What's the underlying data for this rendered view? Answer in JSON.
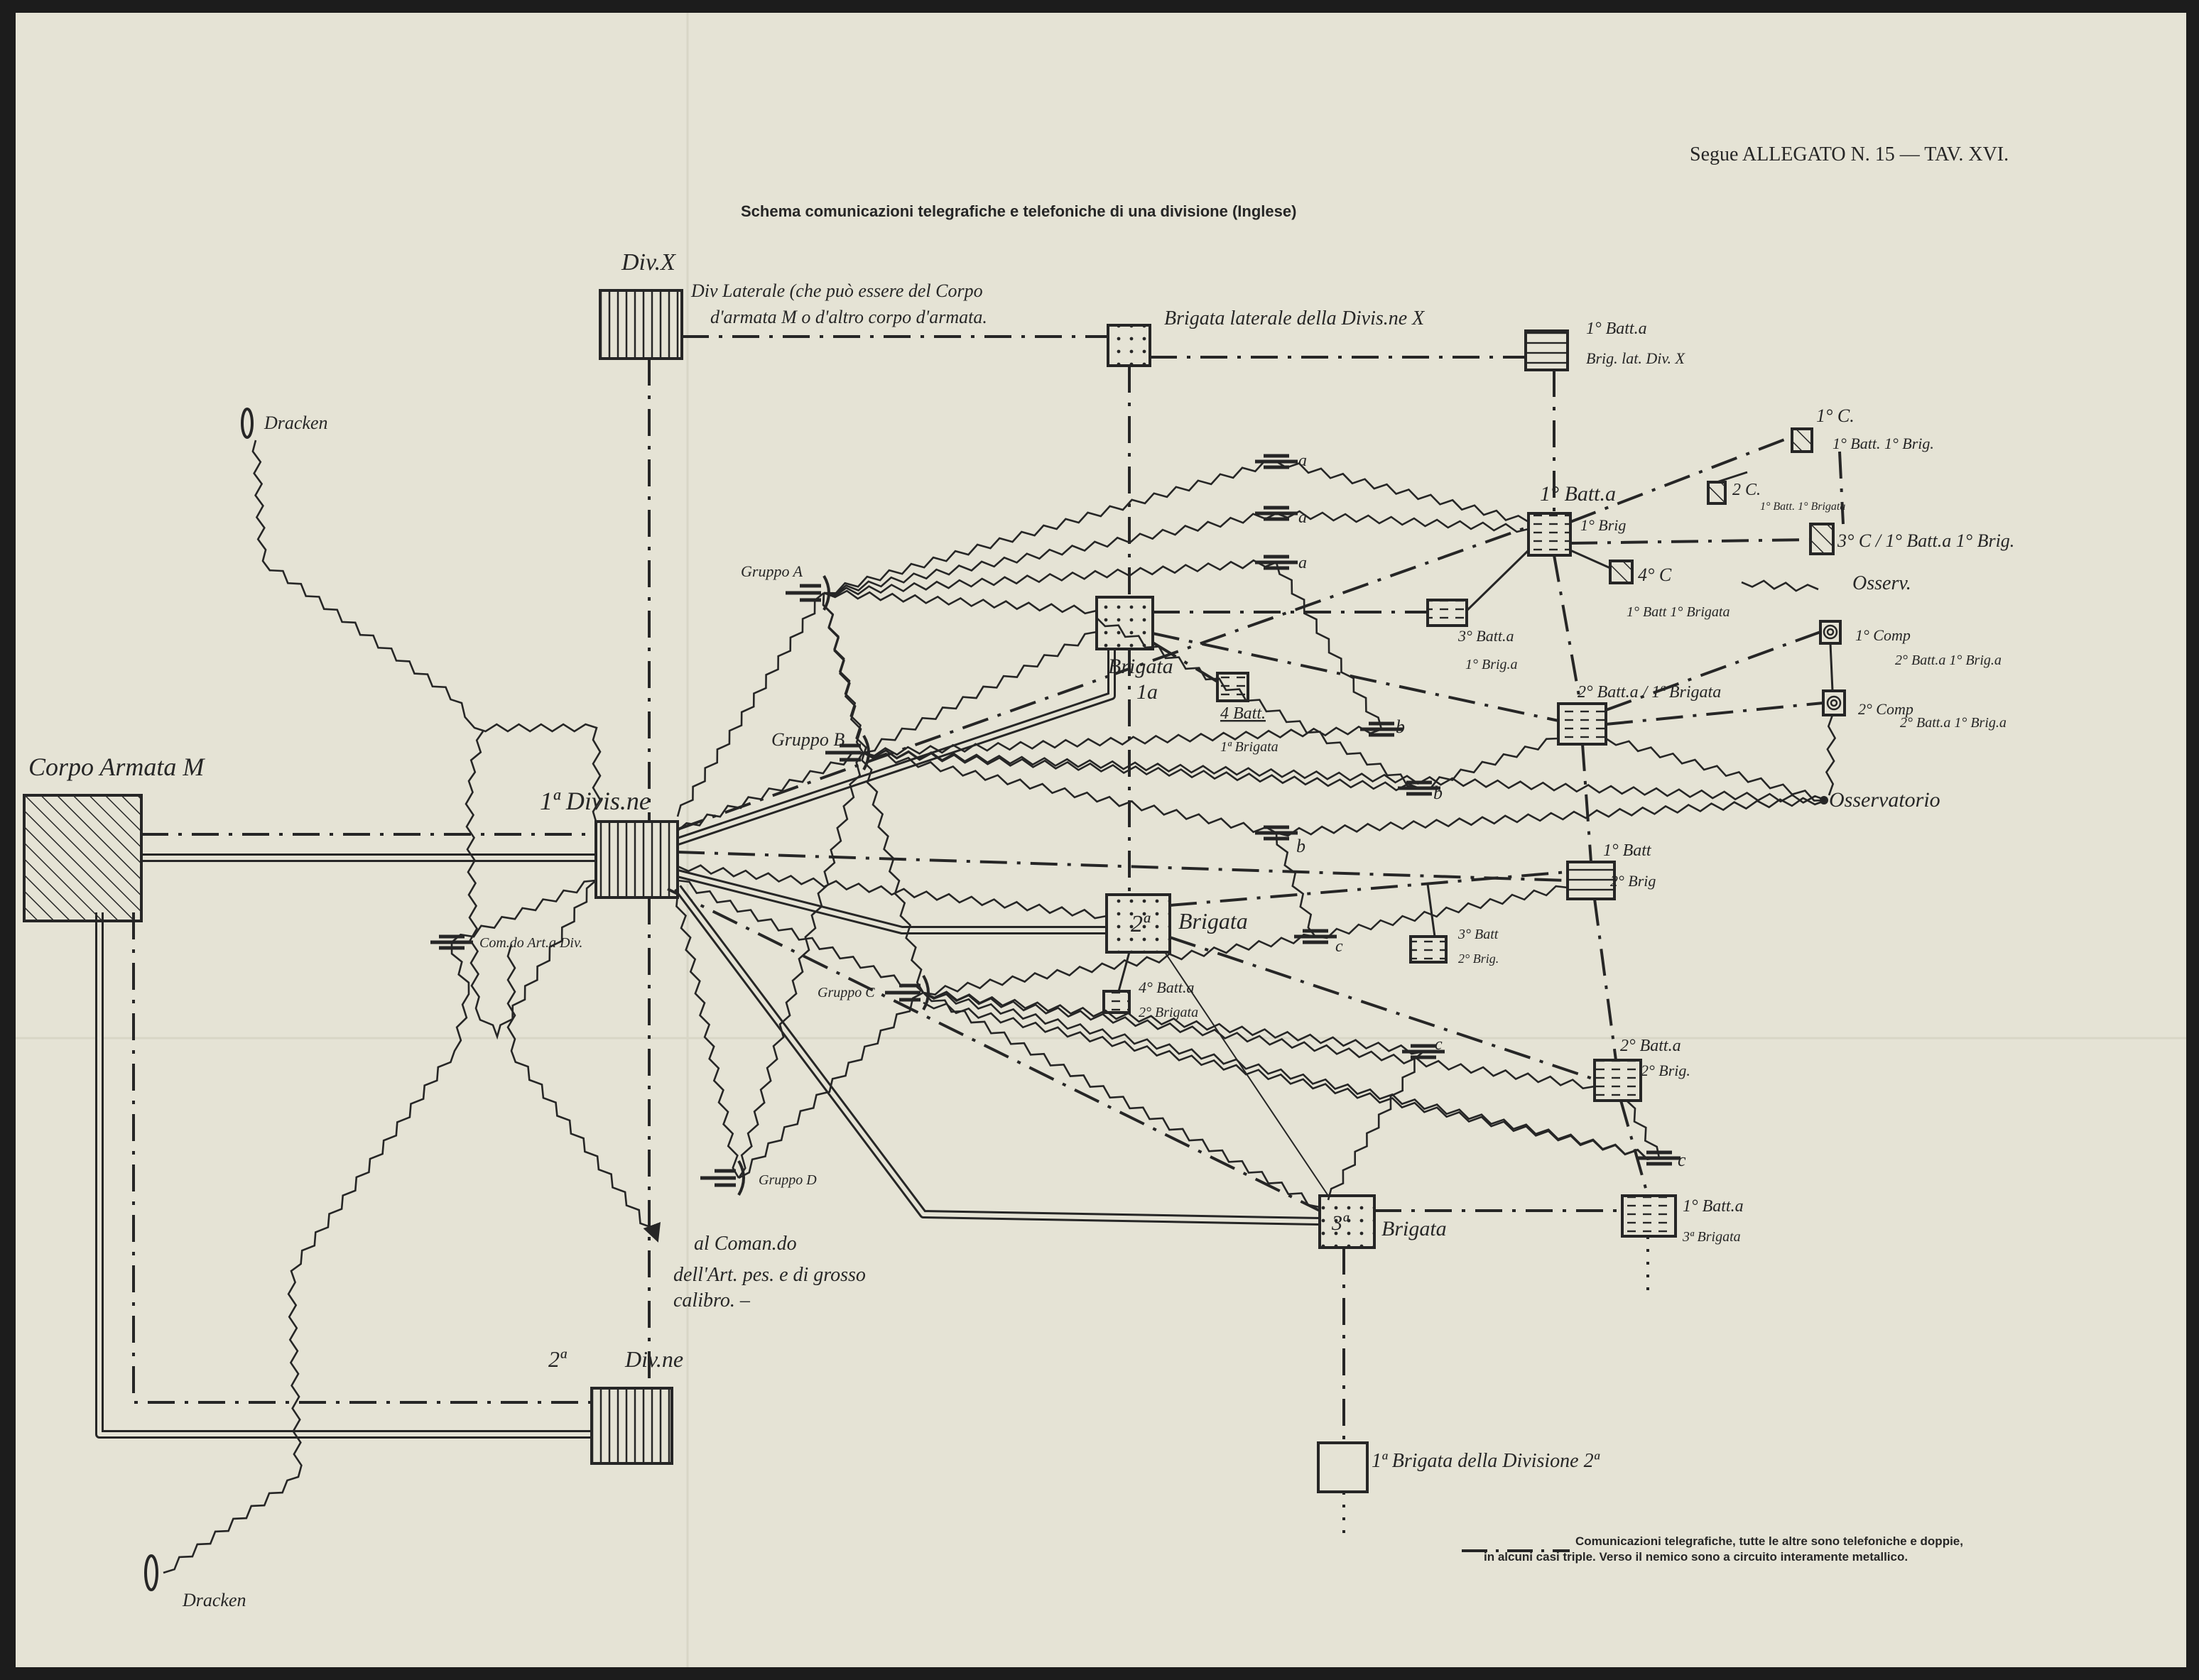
{
  "header": {
    "ref": "Segue ALLEGATO N. 15 — TAV. XVI.",
    "title": "Schema comunicazioni telegrafiche e telefoniche di una divisione (Inglese)"
  },
  "legend": {
    "line1": "Comunicazioni telegrafiche, tutte le altre sono telefoniche e doppie,",
    "line2": "in alcuni casi triple. Verso il nemico sono a circuito interamente metallico."
  },
  "labels": {
    "corpo": "Corpo Armata M",
    "divx": "Div.X",
    "divlat1": "Div Laterale (che può essere del Corpo",
    "divlat2": "d'armata M o d'altro corpo d'armata.",
    "brig_lat": "Brigata laterale della Divis.ne X",
    "batt_lat1": "1° Batt.a",
    "batt_lat2": "Brig. lat. Div. X",
    "div1": "1ª Divis.ne",
    "div2a": "2ª",
    "div2b": "Div.ne",
    "brig1a": "Brigata",
    "brig1b": "1a",
    "brig2num": "2ª",
    "brig2": "Brigata",
    "brig3num": "3ª",
    "brig3": "Brigata",
    "brig_div2": "1ª Brigata della Divisione 2ª",
    "b1b1_1": "1° Batt.a",
    "b1b1_2": "1° Brig",
    "c1_1": "1° C.",
    "c1_2": "1° Batt. 1° Brig.",
    "c2_1": "2 C.",
    "c2_2": "1° Batt. 1° Brigata",
    "c3": "3° C / 1° Batt.a 1° Brig.",
    "c4_1": "4° C",
    "c4_2": "1° Batt 1° Brigata",
    "osserv": "Osserv.",
    "b3b1_1": "3° Batt.a",
    "b3b1_2": "1° Brig.a",
    "b4b1_1": "4 Batt.",
    "b4b1_2": "1ª Brigata",
    "b2b1": "2° Batt.a / 1ª Brigata",
    "comp1_1": "1° Comp",
    "comp1_2": "2° Batt.a 1° Brig.a",
    "comp2_1": "2° Comp",
    "comp2_2": "2° Batt.a 1° Brig.a",
    "osservatorio": "Osservatorio",
    "b1b2_1": "1° Batt",
    "b1b2_2": "2° Brig",
    "b3b2_1": "3° Batt",
    "b3b2_2": "2° Brig.",
    "b4b2_1": "4° Batt.a",
    "b4b2_2": "2° Brigata",
    "b2b2_1": "2° Batt.a",
    "b2b2_2": "2° Brig.",
    "b1b3_1": "1° Batt.a",
    "b1b3_2": "3ª Brigata",
    "gruppo_a": "Gruppo A",
    "gruppo_b": "Gruppo B",
    "gruppo_c": "Gruppo C",
    "gruppo_d": "Gruppo D",
    "comart": "Com.do Art.a Div.",
    "dracken1": "Dracken",
    "dracken2": "Dracken",
    "coman1": "al Coman.do",
    "coman2": "dell'Art. pes. e di grosso",
    "coman3": "calibro. –",
    "ex_a": "a",
    "ex_b": "b",
    "ex_c": "c"
  }
}
